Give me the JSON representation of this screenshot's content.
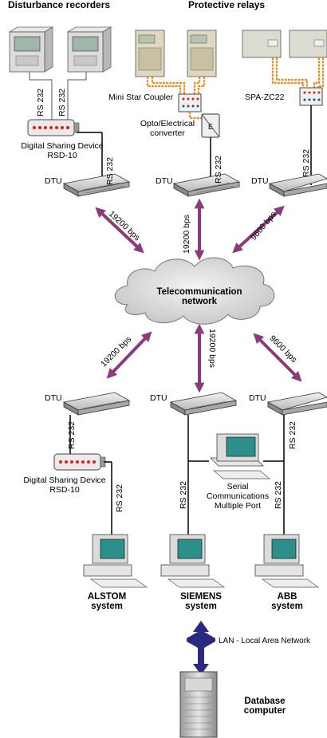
{
  "headers": {
    "disturbance_recorders": "Disturbance recorders",
    "protective_relays": "Protective relays"
  },
  "labels": {
    "rs232": "RS 232",
    "dtu": "DTU",
    "rsd_line1": "Digital Sharing Device",
    "rsd_line2": "RSD-10",
    "mini_star_coupler": "Mini Star Coupler",
    "opto_line1": "Opto/Electrical",
    "opto_line2": "converter",
    "opto_symbol": "E",
    "spa_zc22": "SPA-ZC22",
    "telecom_line1": "Telecommunication",
    "telecom_line2": "network",
    "serial_line1": "Serial",
    "serial_line2": "Communications",
    "serial_line3": "Multiple Port",
    "alstom_line1": "ALSTOM",
    "alstom_line2": "system",
    "siemens_line1": "SIEMENS",
    "siemens_line2": "system",
    "abb_line1": "ABB",
    "abb_line2": "system",
    "lan": "LAN - Local Area Network",
    "database_line1": "Database",
    "database_line2": "computer"
  },
  "links": {
    "top_left_speed": "19200 bps",
    "top_mid_speed": "19200 bps",
    "top_right_speed": "9600 bps",
    "bottom_left_speed": "19200 bps",
    "bottom_mid_speed": "19200 bps",
    "bottom_right_speed": "9600 bps"
  },
  "colors": {
    "link_arrow": "#8b3a7c",
    "fiber": "#f08a1c",
    "lan_arrow": "#2a2880",
    "screen": "#2d8f8a",
    "led": "#d0241c",
    "cloud": "#d9d9d9"
  }
}
